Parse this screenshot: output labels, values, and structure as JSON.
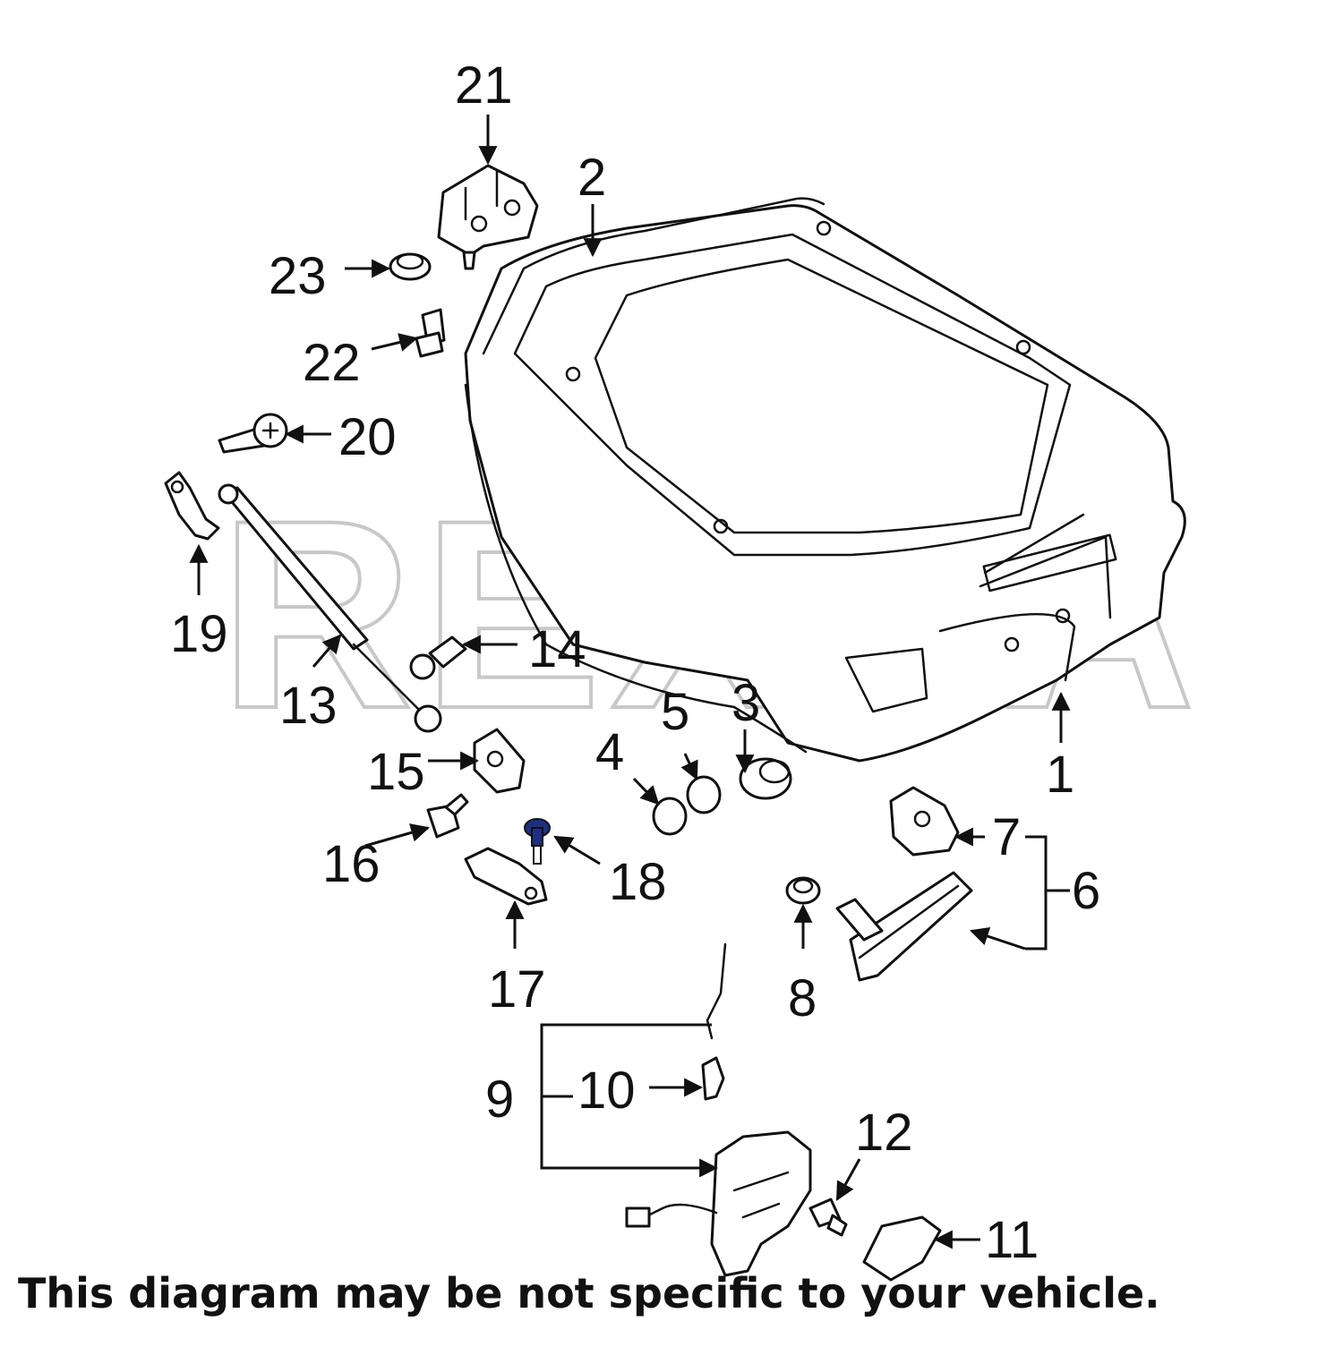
{
  "diagram": {
    "watermark": "REXKA",
    "disclaimer": "This diagram may be not specific to your vehicle.",
    "highlight_color": "#1f2f80",
    "callouts": [
      "1",
      "2",
      "3",
      "4",
      "5",
      "6",
      "7",
      "8",
      "9",
      "10",
      "11",
      "12",
      "13",
      "14",
      "15",
      "16",
      "17",
      "18",
      "19",
      "20",
      "21",
      "22",
      "23"
    ],
    "highlighted_callout": "18"
  }
}
